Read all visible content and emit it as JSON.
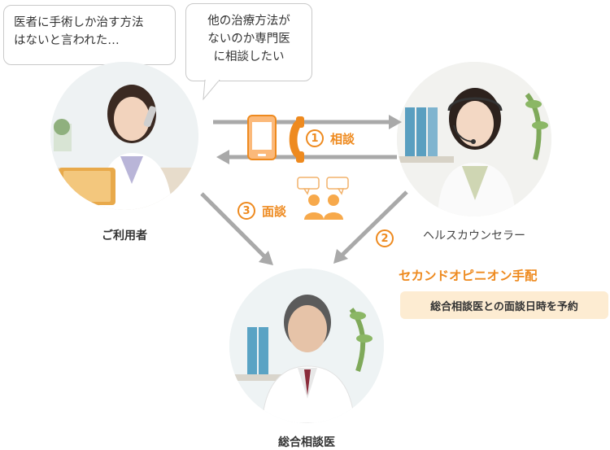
{
  "bubbles": {
    "left": {
      "line1": "医者に手術しか治す方法",
      "line2": "はないと言われた…"
    },
    "right": {
      "line1": "他の治療方法が",
      "line2": "ないのか専門医",
      "line3": "に相談したい"
    }
  },
  "people": {
    "user": {
      "label": "ご利用者"
    },
    "counselor": {
      "label": "ヘルスカウンセラー"
    },
    "doctor": {
      "label": "総合相談医"
    }
  },
  "steps": {
    "consult": {
      "num": "1",
      "text": "相談"
    },
    "interview": {
      "num": "3",
      "text": "面談"
    },
    "second": {
      "num": "2"
    }
  },
  "second_opinion": {
    "title": "セカンドオピニオン手配",
    "description": "総合相談医との面談日時を予約"
  },
  "colors": {
    "accent": "#ee8a1f",
    "arrow": "#a9a9a9",
    "box": "#fdecd2"
  }
}
